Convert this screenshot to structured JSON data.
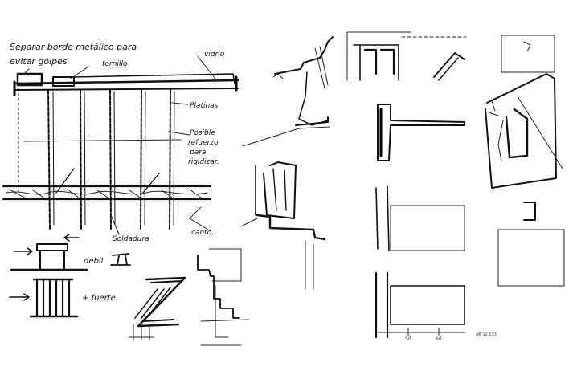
{
  "annotations": {
    "note_line1": "Separar borde metálico para",
    "note_line2": "evitar golpes",
    "tornillo": "tornillo",
    "vidrio": "vidrio",
    "platinas": "Platinas",
    "refuerzo_1": "Posible",
    "refuerzo_2": "refuerzo",
    "refuerzo_3": "para",
    "refuerzo_4": "rigidizar.",
    "soldadura": "Soldadura",
    "canto": "canto.",
    "debil": "debil",
    "fuerte": "+ fuerte.",
    "dim_50": "50",
    "dim_60": "60",
    "signature": "AB 12 133"
  },
  "colors": {
    "ink": "#111111",
    "paper": "#ffffff"
  }
}
